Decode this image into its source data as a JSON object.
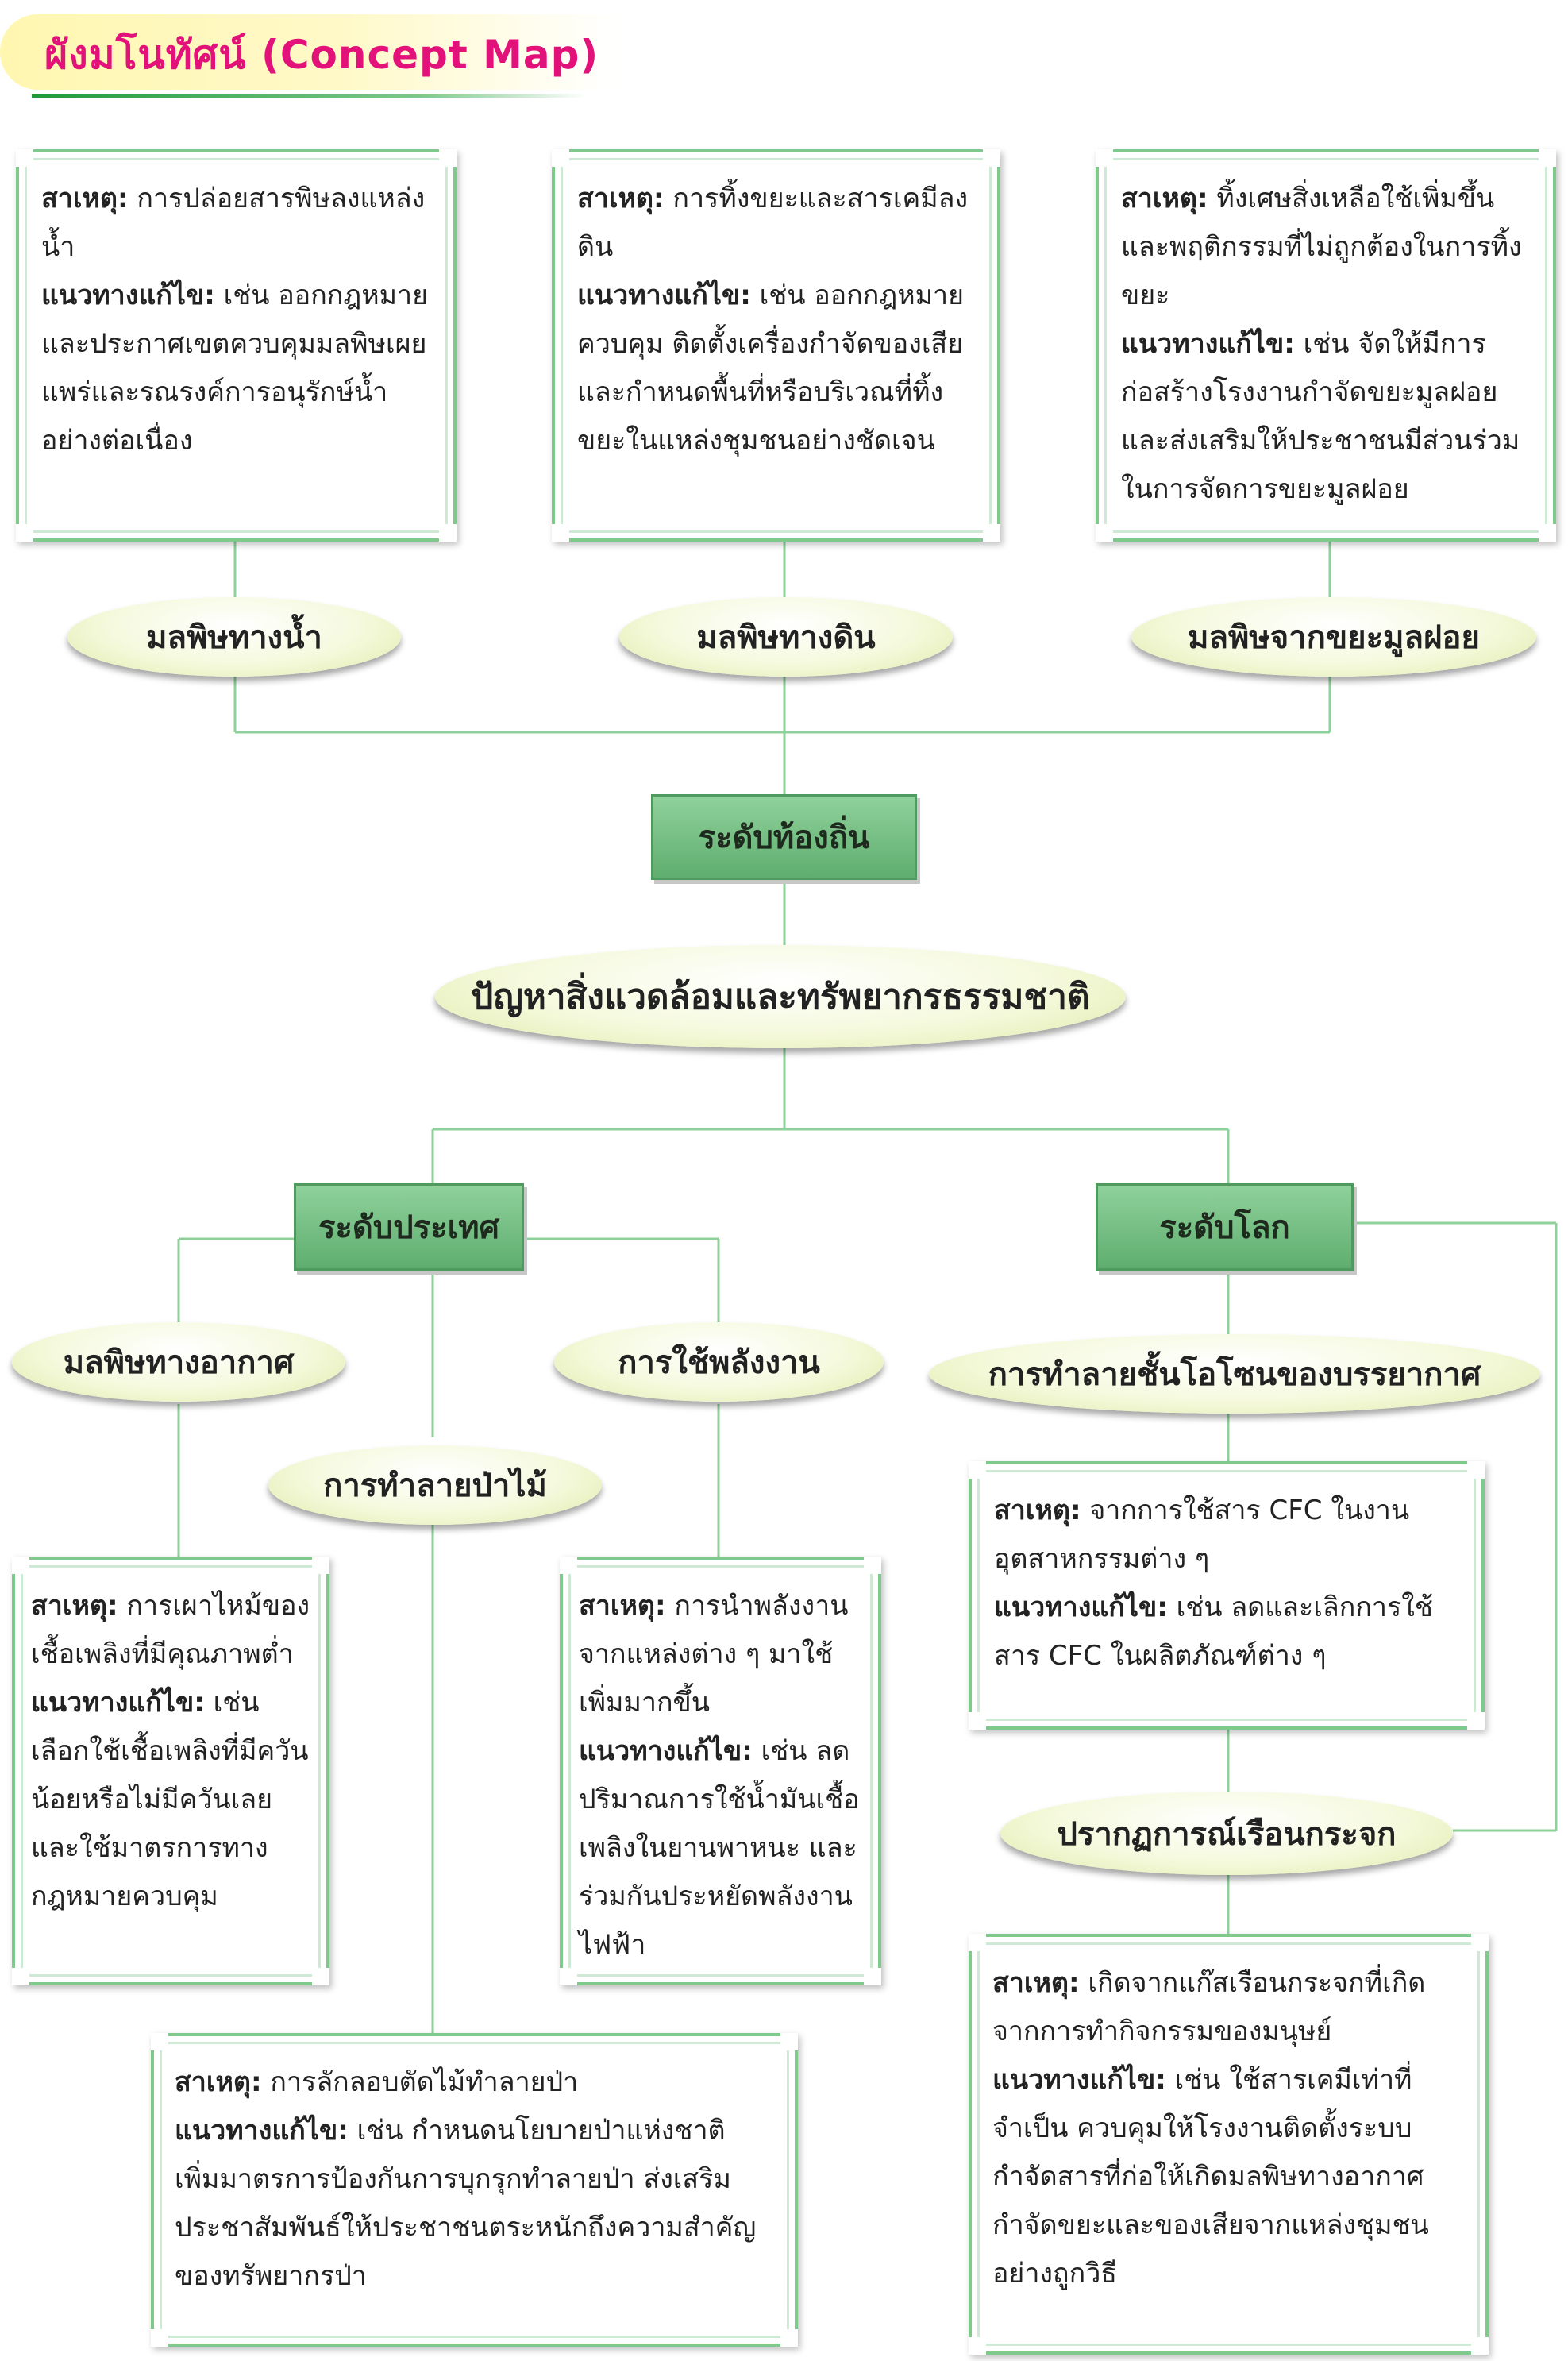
{
  "title": "ผังมโนทัศน์ (Concept Map)",
  "center": "ปัญหาสิ่งแวดล้อมและทรัพยากรธรรมชาติ",
  "levels": {
    "local": "ระดับท้องถิ่น",
    "country": "ระดับประเทศ",
    "world": "ระดับโลก"
  },
  "topics": {
    "water": "มลพิษทางน้ำ",
    "soil": "มลพิษทางดิน",
    "waste": "มลพิษจากขยะมูลฝอย",
    "air": "มลพิษทางอากาศ",
    "energy": "การใช้พลังงาน",
    "forest": "การทำลายป่าไม้",
    "ozone": "การทำลายชั้นโอโซนของบรรยากาศ",
    "greenhouse": "ปรากฏการณ์เรือนกระจก"
  },
  "labels": {
    "cause": "สาเหตุ:",
    "solution": "แนวทางแก้ไข:"
  },
  "boxes": {
    "water": {
      "cause": "การปล่อยสารพิษลงแหล่งน้ำ",
      "solution": "เช่น ออกกฎหมายและประกาศเขตควบคุมมลพิษเผยแพร่และรณรงค์การอนุรักษ์น้ำอย่างต่อเนื่อง"
    },
    "soil": {
      "cause": "การทิ้งขยะและสารเคมีลงดิน",
      "solution": "เช่น ออกกฎหมายควบคุม ติดตั้งเครื่องกำจัดของเสีย และกำหนดพื้นที่หรือบริเวณที่ทิ้งขยะในแหล่งชุมชนอย่างชัดเจน"
    },
    "waste": {
      "cause": "ทิ้งเศษสิ่งเหลือใช้เพิ่มขึ้นและพฤติกรรมที่ไม่ถูกต้องในการทิ้งขยะ",
      "solution": "เช่น จัดให้มีการก่อสร้างโรงงานกำจัดขยะมูลฝอยและส่งเสริมให้ประชาชนมีส่วนร่วมในการจัดการขยะมูลฝอย"
    },
    "air": {
      "cause": "การเผาไหม้ของเชื้อเพลิงที่มีคุณภาพต่ำ",
      "solution": "เช่น เลือกใช้เชื้อเพลิงที่มีควันน้อยหรือไม่มีควันเลย และใช้มาตรการทางกฎหมายควบคุม"
    },
    "energy": {
      "cause": "การนำพลังงานจากแหล่งต่าง ๆ มาใช้เพิ่มมากขึ้น",
      "solution": "เช่น ลดปริมาณการใช้น้ำมันเชื้อเพลิงในยานพาหนะ และร่วมกันประหยัดพลังงานไฟฟ้า"
    },
    "forest": {
      "cause": "การลักลอบตัดไม้ทำลายป่า",
      "solution": "เช่น กำหนดนโยบายป่าแห่งชาติ เพิ่มมาตรการป้องกันการบุกรุกทำลายป่า ส่งเสริมประชาสัมพันธ์ให้ประชาชนตระหนักถึงความสำคัญของทรัพยากรป่า"
    },
    "ozone": {
      "cause": "จากการใช้สาร CFC ในงานอุตสาหกรรมต่าง ๆ",
      "solution": "เช่น ลดและเลิกการใช้สาร CFC ในผลิตภัณฑ์ต่าง ๆ"
    },
    "greenhouse": {
      "cause": "เกิดจากแก๊สเรือนกระจกที่เกิดจากการทำกิจกรรมของมนุษย์",
      "solution": "เช่น ใช้สารเคมีเท่าที่จำเป็น ควบคุมให้โรงงานติดตั้งระบบกำจัดสารที่ก่อให้เกิดมลพิษทางอากาศ กำจัดขยะและของเสียจากแหล่งชุมชนอย่างถูกวิธี"
    }
  },
  "colors": {
    "title": "#e2127a",
    "line": "#8fd19b",
    "box_border": "#7fc98c",
    "level_fill": "#6dbb7c"
  }
}
